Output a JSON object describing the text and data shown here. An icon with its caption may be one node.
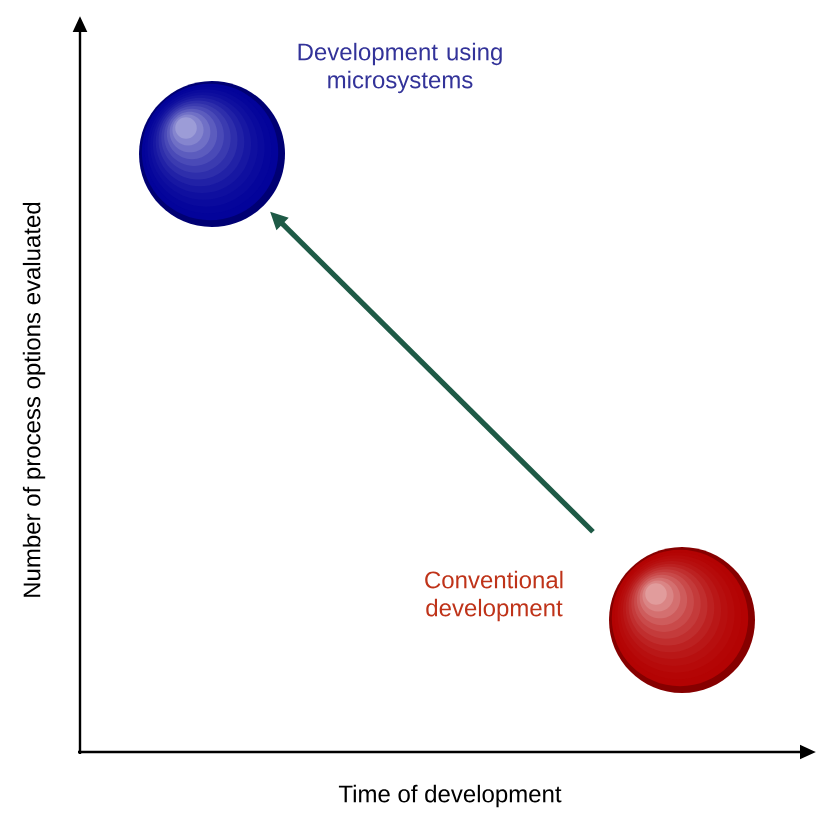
{
  "diagram": {
    "nodes": [
      {
        "text": [
          "Development using microsystems"
        ]
      },
      {
        "text": [
          "Conventional development"
        ]
      }
    ],
    "edges": [
      {
        "from": 1,
        "to": 0,
        "arrow": "to"
      }
    ],
    "labels": [
      "Number of process options evaluated",
      "Time of development"
    ]
  }
}
